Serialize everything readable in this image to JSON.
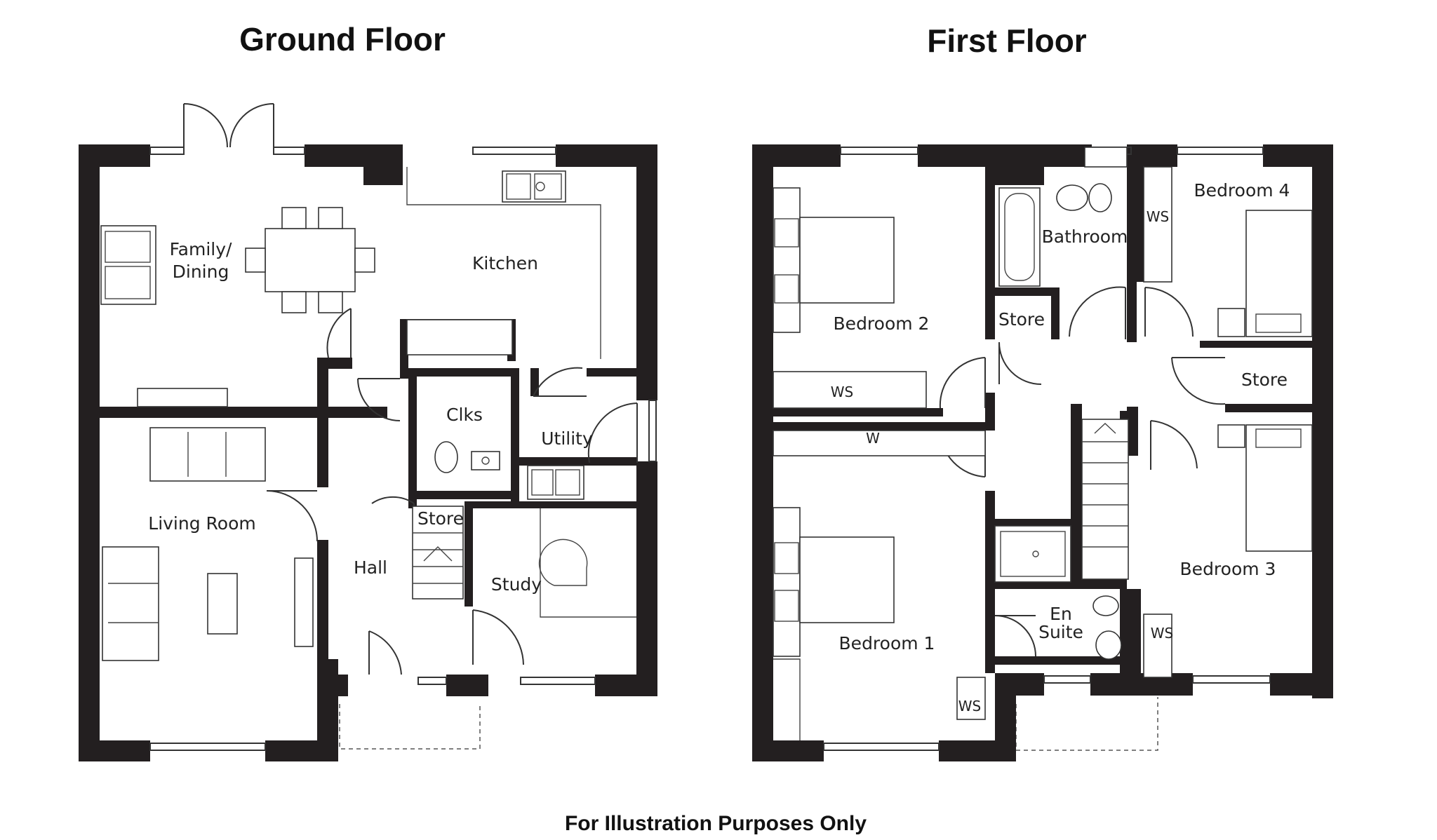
{
  "titles": {
    "ground": "Ground Floor",
    "first": "First Floor"
  },
  "footer": "For Illustration Purposes Only",
  "ground_rooms": {
    "family_1": "Family/",
    "family_2": "Dining",
    "kitchen": "Kitchen",
    "clks": "Clks",
    "utility": "Utility",
    "living": "Living Room",
    "hall": "Hall",
    "store": "Store",
    "study": "Study"
  },
  "first_rooms": {
    "bedroom2": "Bedroom 2",
    "bathroom": "Bathroom",
    "bedroom4": "Bedroom 4",
    "store_a": "Store",
    "store_b": "Store",
    "bedroom1": "Bedroom 1",
    "en_1": "En",
    "en_2": "Suite",
    "bedroom3": "Bedroom 3"
  },
  "storage_labels": {
    "ws_bed2": "WS",
    "w_bed1": "W",
    "ws_bed4": "WS",
    "ws_bed1": "WS",
    "ws_bed3": "WS"
  }
}
